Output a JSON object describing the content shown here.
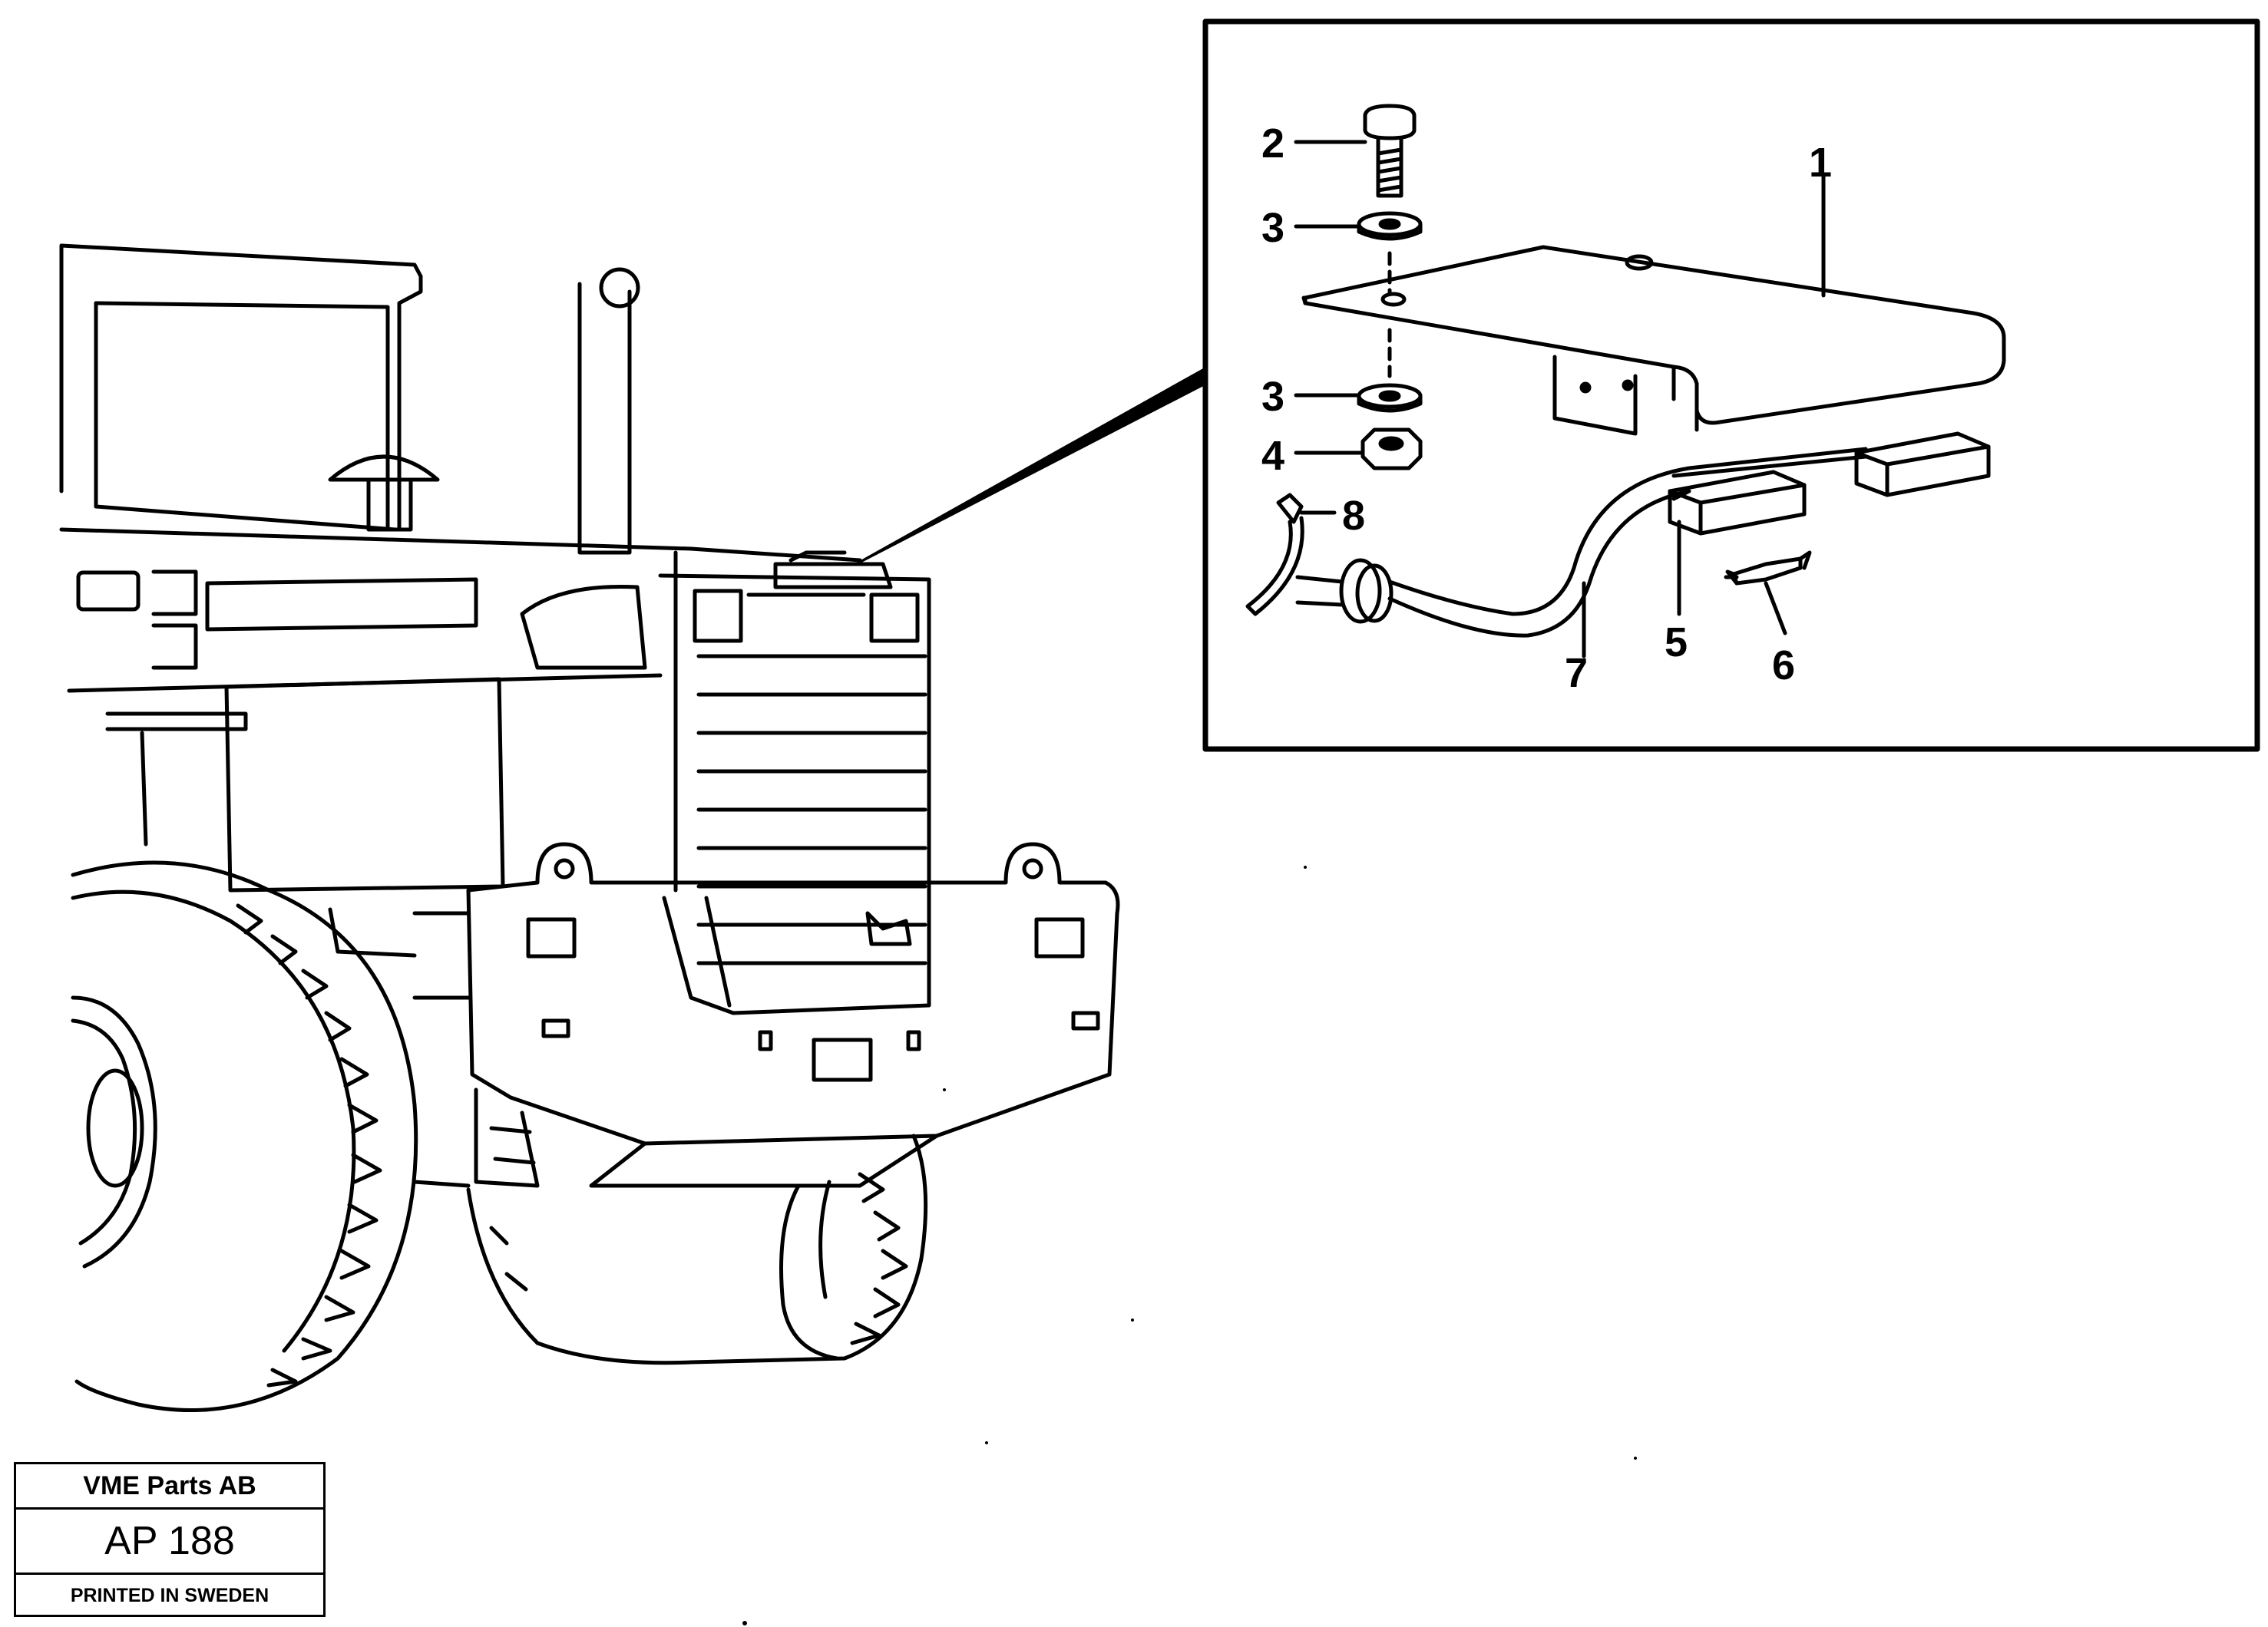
{
  "callouts": {
    "c1": "1",
    "c2": "2",
    "c3a": "3",
    "c3b": "3",
    "c4": "4",
    "c5": "5",
    "c6": "6",
    "c7": "7",
    "c8": "8"
  },
  "stamp": {
    "company": "VME Parts AB",
    "code": "AP 188",
    "printed": "PRINTED IN SWEDEN"
  },
  "colors": {
    "line": "#000000",
    "background": "#ffffff"
  }
}
